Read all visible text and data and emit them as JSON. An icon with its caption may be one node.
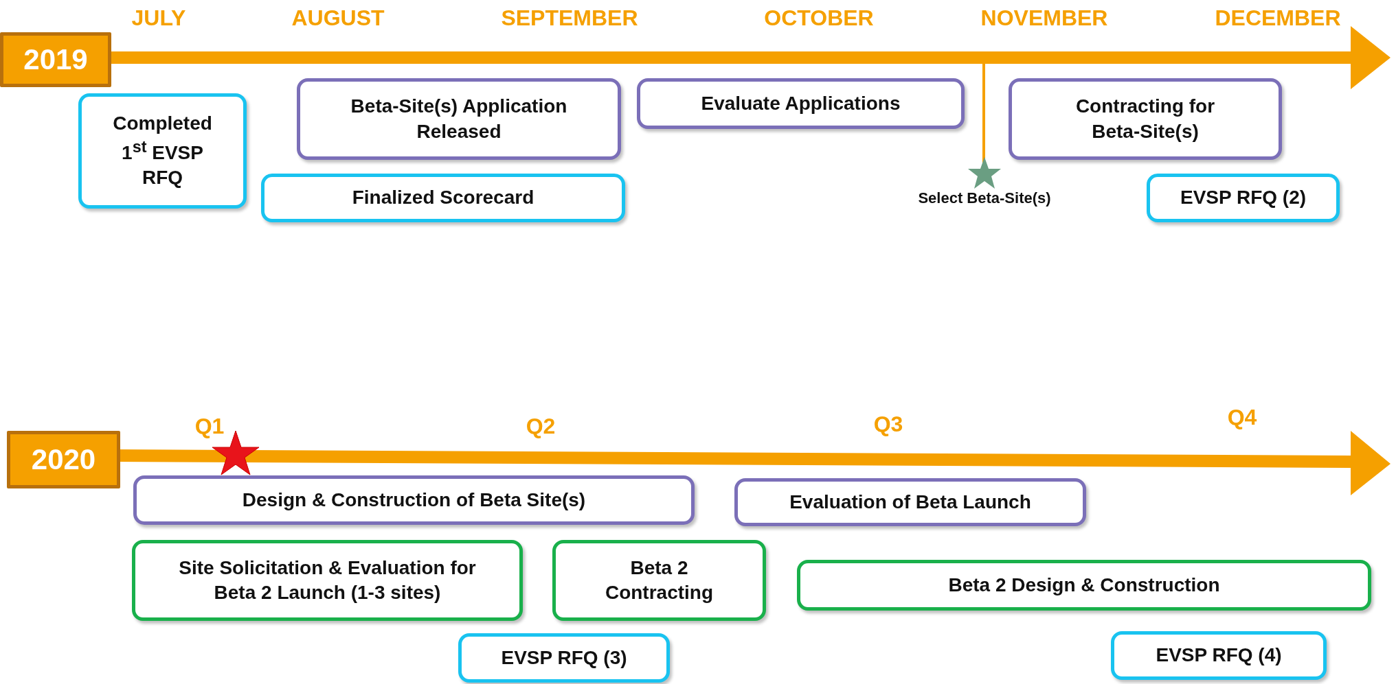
{
  "diagram": {
    "nodes": [
      {
        "text": [
          "2019"
        ]
      },
      {
        "text": [
          "Completed 1$^{st}$ EVSP RFQ"
        ]
      },
      {
        "text": [
          "Beta-Site(s) Application Released"
        ]
      },
      {
        "text": [
          "Finalized Scorecard"
        ]
      },
      {
        "text": [
          "Evaluate Applications"
        ]
      },
      {
        "text": [
          "Contracting for Beta-Site(s)"
        ]
      },
      {
        "text": [
          "EVSP RFQ (2)"
        ]
      },
      {
        "text": [],
        "shape": "star",
        "beside": [
          "Select Beta-Site(s)"
        ]
      },
      {
        "text": [
          "2020"
        ]
      },
      {
        "text": [
          "Design & Construction of Beta Site(s)"
        ]
      },
      {
        "text": [
          "Evaluation of Beta Launch"
        ]
      },
      {
        "text": [
          "Site Solicitation & Evaluation for Beta 2 Launch (1-3 sites)"
        ]
      },
      {
        "text": [
          "Beta 2 Contracting"
        ]
      },
      {
        "text": [
          "Beta 2 Design & Construction"
        ]
      },
      {
        "text": [
          "EVSP RFQ (3)"
        ]
      },
      {
        "text": [
          "EVSP RFQ (4)"
        ]
      }
    ],
    "labels": [
      "JULY",
      "AUGUST",
      "SEPTEMBER",
      "OCTOBER",
      "NOVEMBER",
      "DECEMBER",
      "Q1",
      "Q2",
      "Q3",
      "Q4"
    ]
  }
}
